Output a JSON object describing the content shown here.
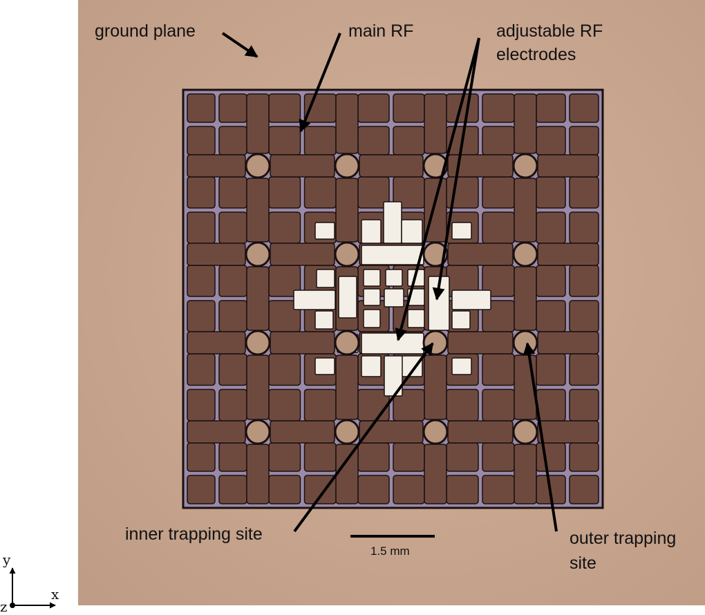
{
  "labels": {
    "ground_plane": "ground plane",
    "main_rf": "main RF",
    "adjustable_rf_line1": "adjustable RF",
    "adjustable_rf_line2": "electrodes",
    "inner_trapping_site": "inner trapping site",
    "outer_trapping_line1": "outer trapping",
    "outer_trapping_line2": "site",
    "scale_bar": "1.5 mm"
  },
  "axes": {
    "x": "x",
    "y": "y",
    "z": "z"
  },
  "colors": {
    "substrate": "#c9a68e",
    "trap_metal": "#6e4a3e",
    "trap_gap": "#9a8aa8",
    "trap_border": "#1a1010",
    "center_electrode": "#f4efe6",
    "hole": "#b8957d",
    "arrow": "#000000"
  }
}
